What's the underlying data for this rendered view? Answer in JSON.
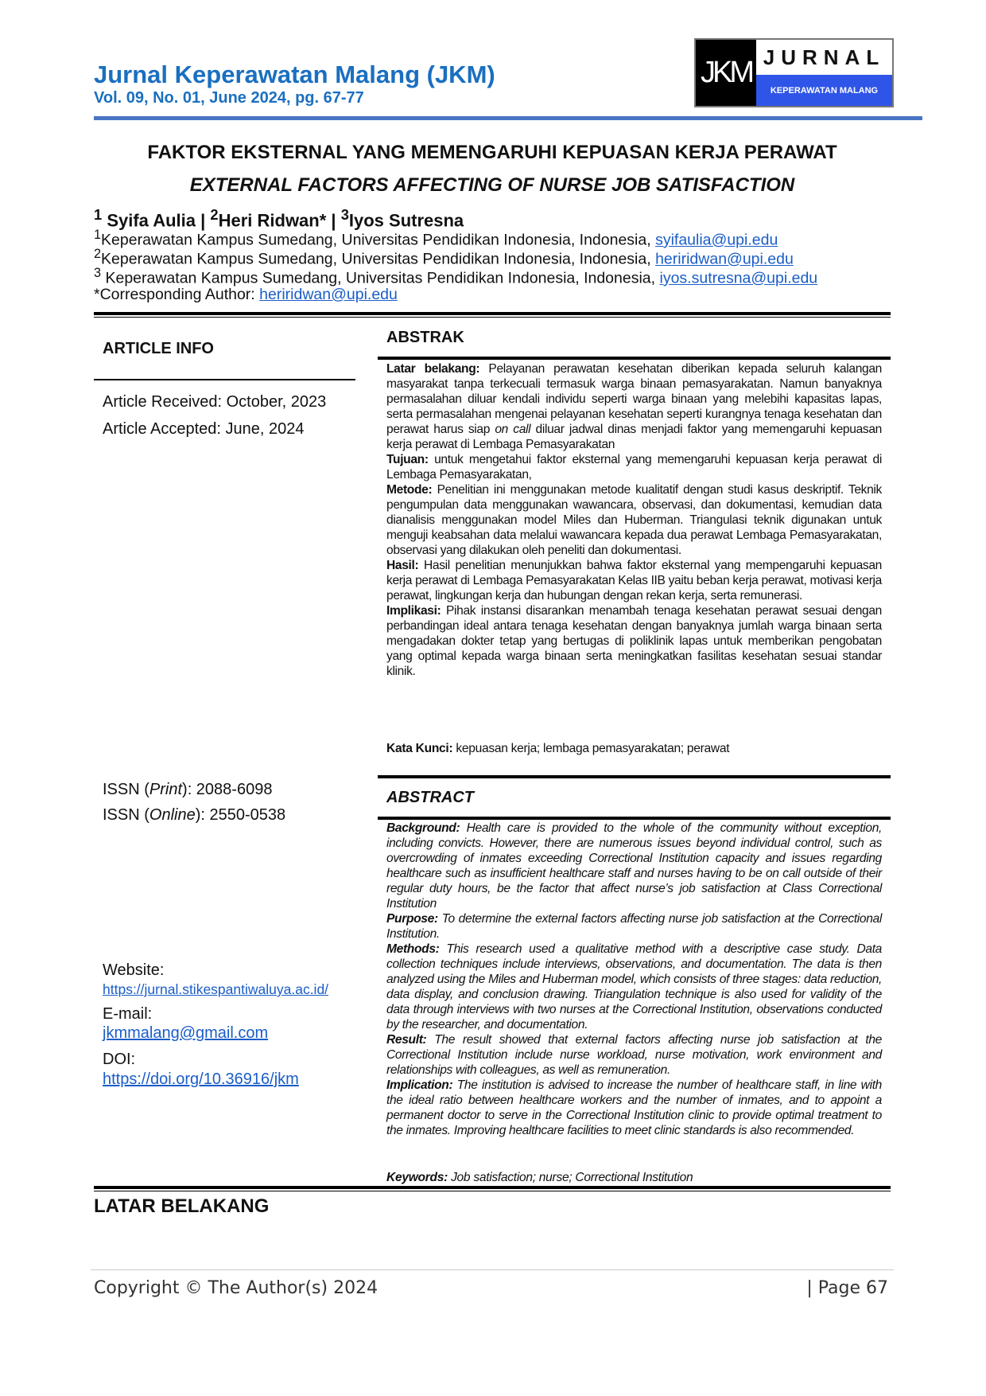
{
  "header": {
    "journal_title": "Jurnal Keperawatan Malang (JKM)",
    "volume_line": "Vol. 09, No. 01, June 2024, pg. 67-77",
    "logo": {
      "abbr": "JKM",
      "word": "JURNAL",
      "subtitle": "KEPERAWATAN MALANG"
    }
  },
  "title_id": "FAKTOR EKSTERNAL YANG MEMENGARUHI KEPUASAN KERJA PERAWAT",
  "title_en": "EXTERNAL FACTORS AFFECTING OF NURSE JOB SATISFACTION",
  "authors": {
    "a1_sup": "1",
    "a1": "Syifa Aulia",
    "sep": " | ",
    "a2_sup": "2",
    "a2": "Heri Ridwan*",
    "a3_sup": "3",
    "a3": "Iyos Sutresna"
  },
  "affiliations": [
    {
      "sup": "1",
      "text": "Keperawatan Kampus Sumedang, Universitas Pendidikan Indonesia, Indonesia, ",
      "email": "syifaulia@upi.edu"
    },
    {
      "sup": "2",
      "text": "Keperawatan Kampus Sumedang, Universitas Pendidikan Indonesia, Indonesia, ",
      "email": "heriridwan@upi.edu"
    },
    {
      "sup": "3",
      "text": " Keperawatan Kampus Sumedang, Universitas Pendidikan Indonesia, Indonesia, ",
      "email": "iyos.sutresna@upi.edu"
    }
  ],
  "corresponding": {
    "label": "*Corresponding Author: ",
    "email": "heriridwan@upi.edu"
  },
  "article_info": {
    "heading": "ARTICLE INFO",
    "received": "Article Received: October, 2023",
    "accepted": "Article Accepted: June, 2024",
    "issn_print_a": "ISSN (",
    "issn_print_b": "Print",
    "issn_print_c": "): 2088-6098",
    "issn_online_a": "ISSN (",
    "issn_online_b": "Online",
    "issn_online_c": "): 2550-0538",
    "website_label": "Website:",
    "website": "https://jurnal.stikespantiwaluya.ac.id/",
    "email_label": "E-mail:",
    "email": "jkmmalang@gmail.com",
    "doi_label": "DOI:",
    "doi": "https://doi.org/10.36916/jkm"
  },
  "abstrak": {
    "heading": "ABSTRAK",
    "sections": [
      {
        "label": "Latar belakang:",
        "text_a": " Pelayanan perawatan kesehatan diberikan kepada seluruh kalangan masyarakat tanpa terkecuali termasuk warga binaan pemasyarakatan. Namun banyaknya permasalahan diluar kendali individu seperti warga binaan yang melebihi kapasitas lapas, serta permasalahan mengenai pelayanan kesehatan seperti kurangnya tenaga kesehatan dan perawat harus siap ",
        "italic": "on call",
        "text_b": " diluar jadwal dinas menjadi faktor yang memengaruhi kepuasan kerja perawat di Lembaga Pemasyarakatan"
      },
      {
        "label": "Tujuan:",
        "text": " untuk mengetahui faktor eksternal yang memengaruhi kepuasan kerja perawat di Lembaga Pemasyarakatan,"
      },
      {
        "label": "Metode:",
        "text": " Penelitian ini menggunakan metode kualitatif dengan studi kasus deskriptif. Teknik pengumpulan data menggunakan wawancara, observasi, dan dokumentasi, kemudian data dianalisis menggunakan model Miles dan Huberman. Triangulasi teknik digunakan untuk menguji keabsahan data melalui wawancara kepada dua perawat Lembaga Pemasyarakatan, observasi yang dilakukan oleh peneliti dan dokumentasi."
      },
      {
        "label": "Hasil:",
        "text": " Hasil penelitian menunjukkan bahwa faktor eksternal yang mempengaruhi kepuasan kerja perawat di Lembaga Pemasyarakatan Kelas IIB yaitu beban kerja perawat, motivasi kerja perawat, lingkungan kerja dan hubungan dengan rekan kerja, serta remunerasi."
      },
      {
        "label": "Implikasi:",
        "text": " Pihak instansi disarankan menambah tenaga kesehatan perawat sesuai dengan perbandingan ideal antara tenaga kesehatan dengan banyaknya jumlah warga binaan serta mengadakan dokter tetap yang bertugas di poliklinik lapas untuk memberikan pengobatan yang optimal kepada warga binaan serta meningkatkan fasilitas kesehatan sesuai standar klinik."
      }
    ],
    "keywords_label": "Kata Kunci:",
    "keywords": " kepuasan kerja; lembaga pemasyarakatan; perawat"
  },
  "abstract": {
    "heading": "ABSTRACT",
    "sections": [
      {
        "label": "Background:",
        "text": " Health care is provided to the whole of the community without exception, including convicts. However, there are numerous issues beyond individual control, such as overcrowding of inmates exceeding Correctional Institution capacity and issues regarding healthcare such as insufficient healthcare staff and nurses having to be on call outside of their regular duty hours, be the factor that affect nurse’s job satisfaction at Class Correctional Institution"
      },
      {
        "label": "Purpose:",
        "text": " To determine the external factors affecting nurse job satisfaction at the Correctional Institution."
      },
      {
        "label": "Methods:",
        "text": " This research used a qualitative method with a descriptive case study. Data collection techniques include interviews, observations, and documentation. The data is then analyzed using the Miles and Huberman model, which consists of three stages: data reduction, data display, and conclusion drawing. Triangulation technique is also used for validity of the data through interviews with two nurses at the Correctional Institution, observations conducted by the researcher, and documentation."
      },
      {
        "label": "Result:",
        "text": " The result showed that external factors affecting nurse job satisfaction at the Correctional Institution include nurse workload, nurse motivation, work environment and relationships with colleagues, as well as remuneration."
      },
      {
        "label": "Implication:",
        "text": " The institution is advised to increase the number of healthcare staff, in line with the ideal ratio between healthcare workers and the number of inmates, and to appoint a permanent doctor to serve in the Correctional Institution clinic to provide optimal treatment to the inmates. Improving healthcare facilities to meet clinic standards is also recommended."
      }
    ],
    "keywords_label": "Keywords:",
    "keywords": " Job satisfaction; nurse; Correctional Institution"
  },
  "section_heading": "LATAR BELAKANG",
  "footer": {
    "copyright": "Copyright © The Author(s) 2024",
    "page": "| Page 67"
  }
}
